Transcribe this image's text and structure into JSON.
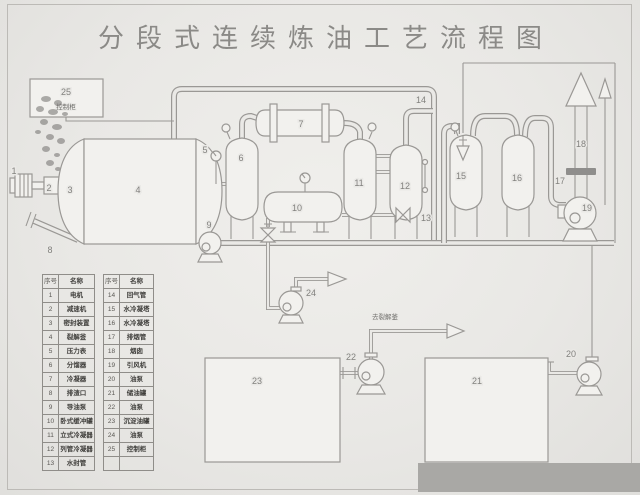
{
  "title": "分段式连续炼油工艺流程图",
  "control_panel": {
    "number": "25",
    "caption": "控制柜"
  },
  "flow_note": "去裂解釜",
  "equipment_numbers": {
    "n1": "1",
    "n2": "2",
    "n3": "3",
    "n4": "4",
    "n5": "5",
    "n6": "6",
    "n7": "7",
    "n8": "8",
    "n9": "9",
    "n10": "10",
    "n11": "11",
    "n12": "12",
    "n13": "13",
    "n14": "14",
    "n15": "15",
    "n16": "16",
    "n17": "17",
    "n18": "18",
    "n19": "19",
    "n20": "20",
    "n21": "21",
    "n22": "22",
    "n23": "23",
    "n24": "24"
  },
  "legend": {
    "no_header": "序号",
    "name_header": "名称",
    "left_items": [
      {
        "no": "1",
        "name": "电机"
      },
      {
        "no": "2",
        "name": "减速机"
      },
      {
        "no": "3",
        "name": "密封装置"
      },
      {
        "no": "4",
        "name": "裂解釜"
      },
      {
        "no": "5",
        "name": "压力表"
      },
      {
        "no": "6",
        "name": "分馏器"
      },
      {
        "no": "7",
        "name": "冷凝器"
      },
      {
        "no": "8",
        "name": "排渣口"
      },
      {
        "no": "9",
        "name": "导油泵"
      },
      {
        "no": "10",
        "name": "卧式缓冲罐"
      },
      {
        "no": "11",
        "name": "立式冷凝器"
      },
      {
        "no": "12",
        "name": "列管冷凝器"
      },
      {
        "no": "13",
        "name": "水封管"
      }
    ],
    "right_items": [
      {
        "no": "14",
        "name": "回气管"
      },
      {
        "no": "15",
        "name": "水冷凝塔"
      },
      {
        "no": "16",
        "name": "水冷凝塔"
      },
      {
        "no": "17",
        "name": "排烟管"
      },
      {
        "no": "18",
        "name": "烟囱"
      },
      {
        "no": "19",
        "name": "引风机"
      },
      {
        "no": "20",
        "name": "油泵"
      },
      {
        "no": "21",
        "name": "储油罐"
      },
      {
        "no": "22",
        "name": "油泵"
      },
      {
        "no": "23",
        "name": "沉淀油罐"
      },
      {
        "no": "24",
        "name": "油泵"
      },
      {
        "no": "25",
        "name": "控制柜"
      },
      {
        "no": "",
        "name": ""
      }
    ]
  }
}
